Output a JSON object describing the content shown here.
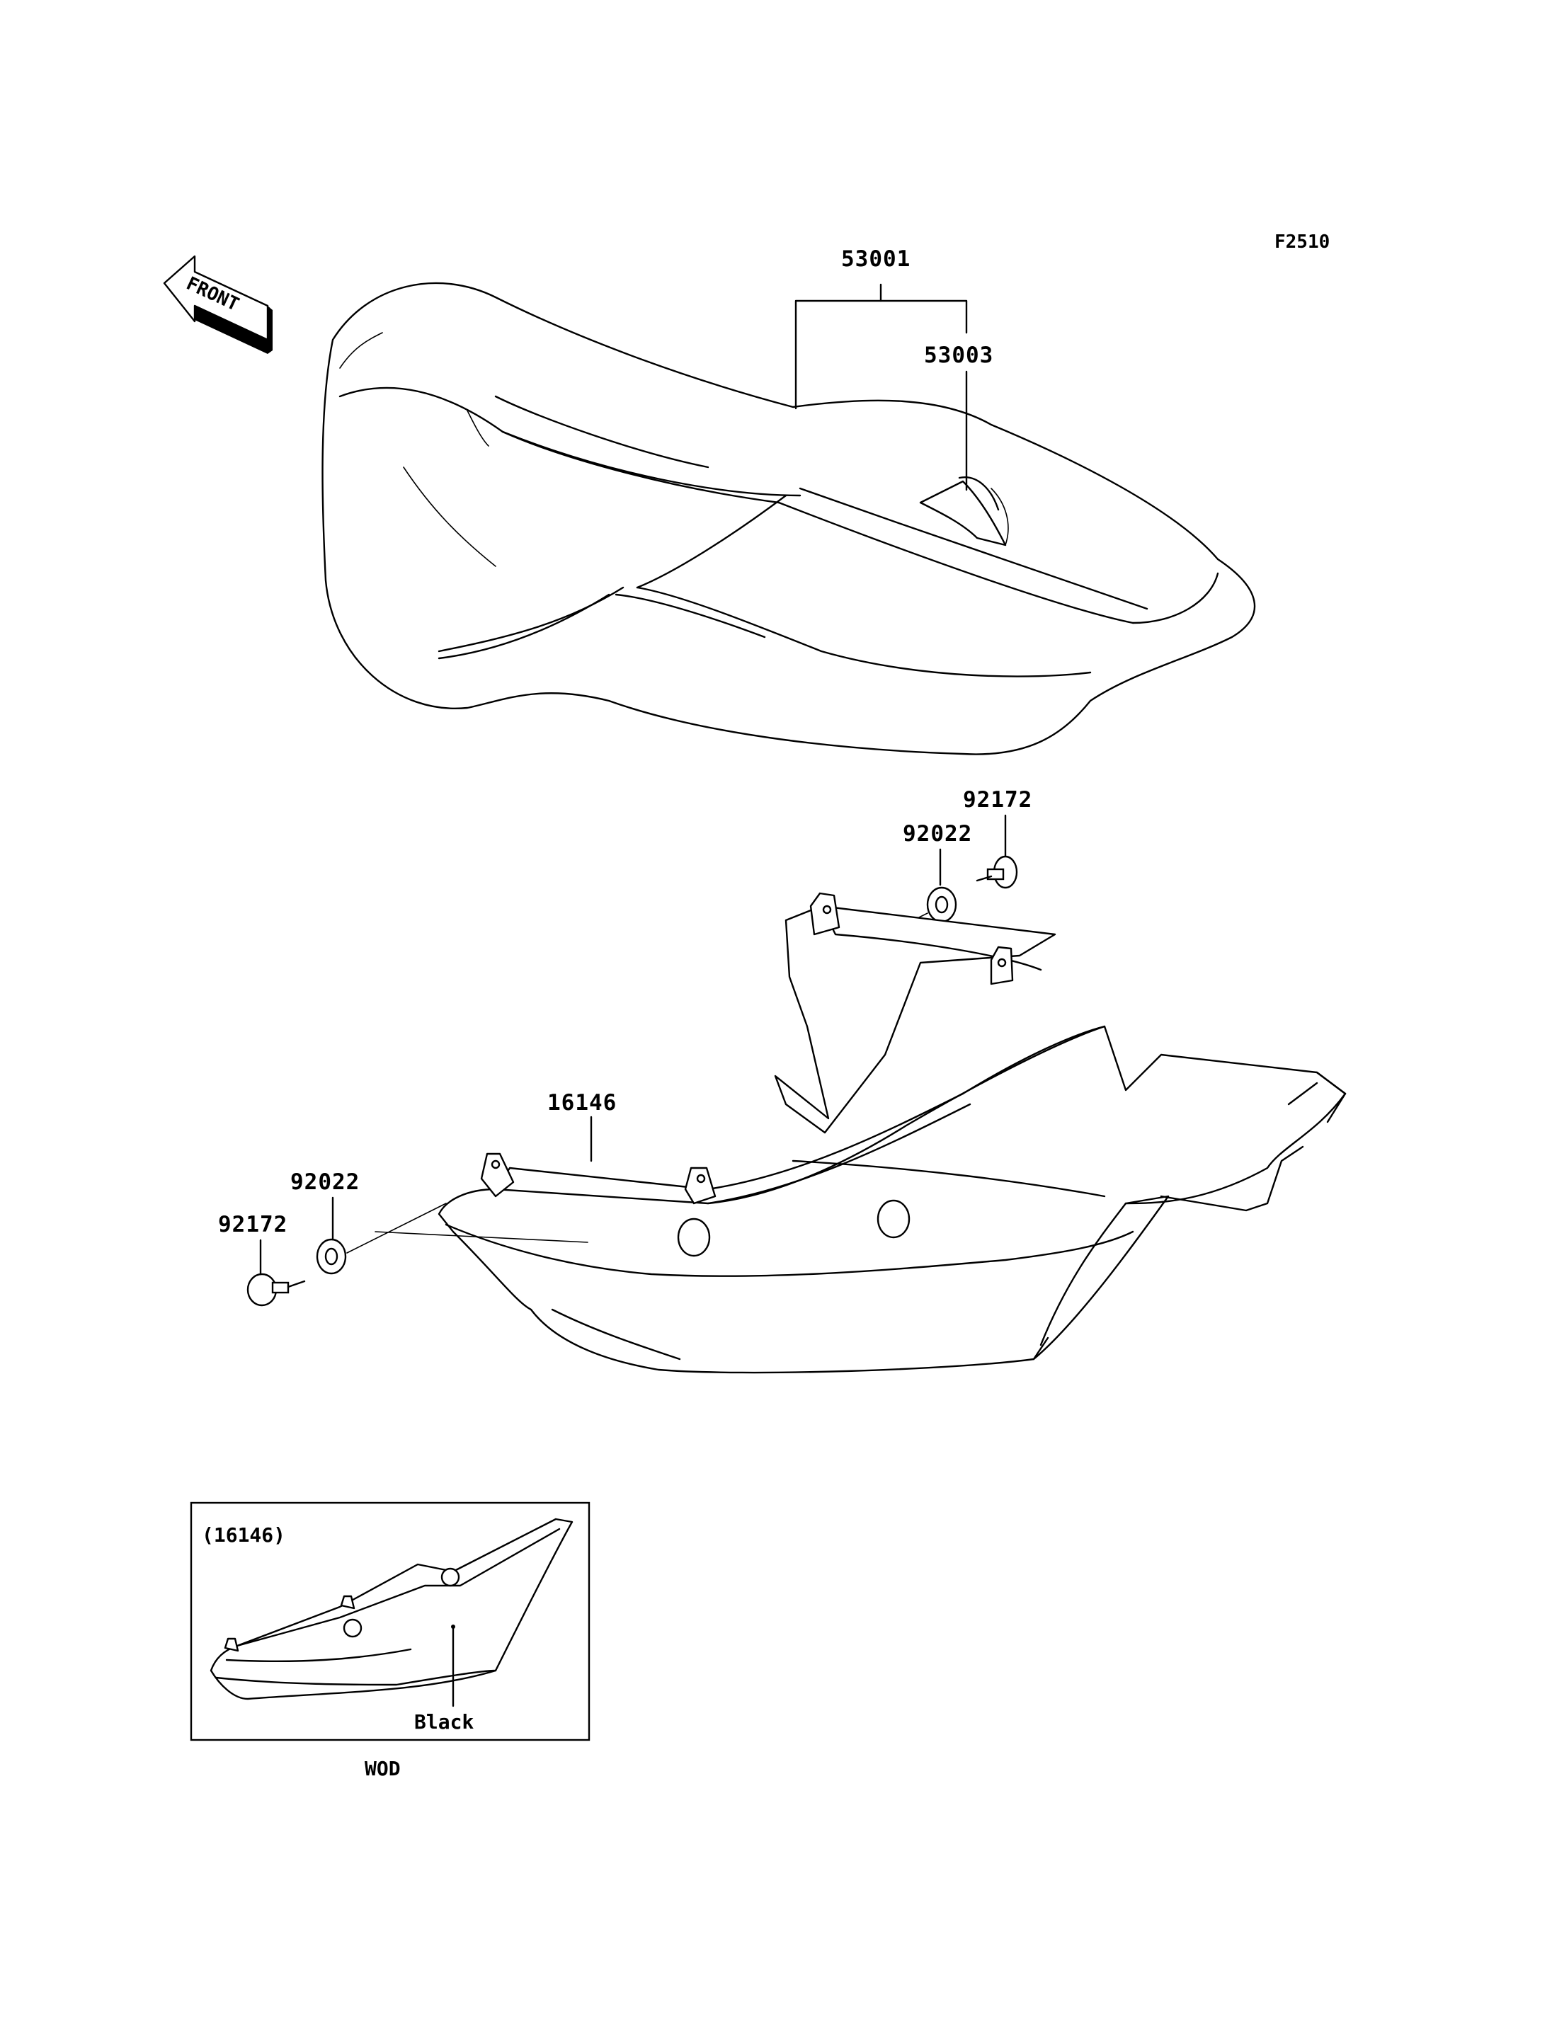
{
  "figure_code": "F2510",
  "front_arrow": {
    "text": "FRONT"
  },
  "callouts": {
    "seat_assembly": "53001",
    "seat_hook": "53003",
    "bolt_right": "92172",
    "collar_right": "92022",
    "side_cover": "16146",
    "collar_left": "92022",
    "bolt_left": "92172"
  },
  "variant_box": {
    "ref": "(16146)",
    "color_label": "Black",
    "caption": "WOD"
  }
}
